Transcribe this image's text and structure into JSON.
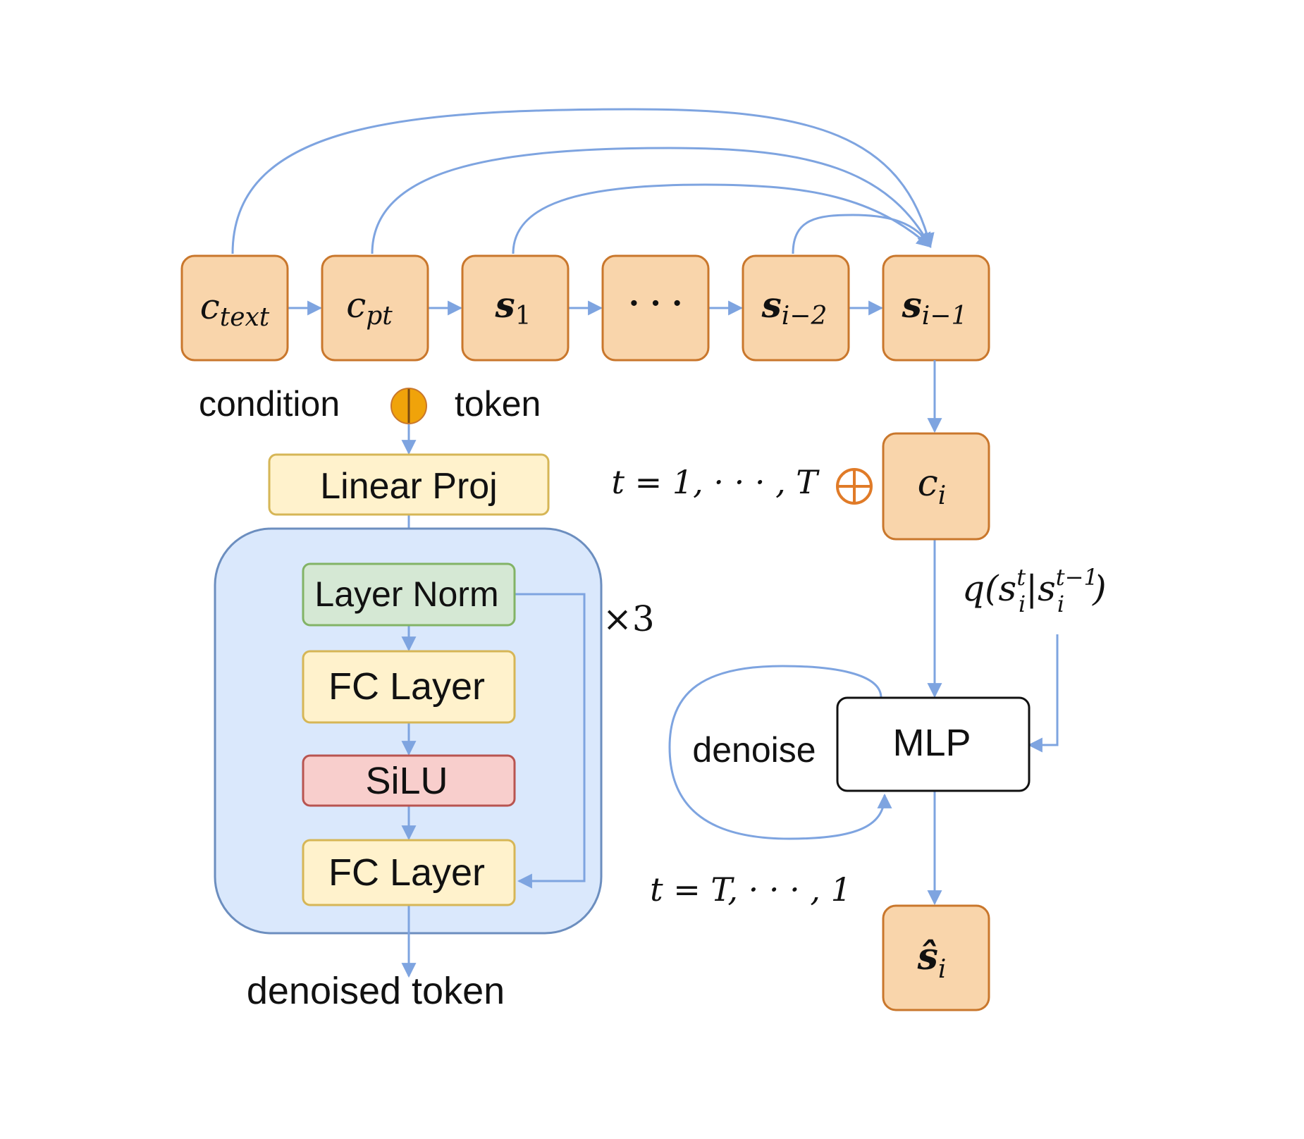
{
  "tokens": {
    "c_text": "c",
    "c_text_sub": "text",
    "c_pt": "c",
    "c_pt_sub": "pt",
    "s1": "s",
    "s1_sub": "1",
    "ellipsis": "· · ·",
    "s_im2": "s",
    "s_im2_sub": "i−2",
    "s_im1": "s",
    "s_im1_sub": "i−1"
  },
  "labels": {
    "condition": "condition",
    "token": "token",
    "denoised_token": "denoised token",
    "denoise": "denoise",
    "repeat": "×3"
  },
  "blocks": {
    "linear_proj": "Linear Proj",
    "layer_norm": "Layer Norm",
    "fc_layer_1": "FC Layer",
    "silu": "SiLU",
    "fc_layer_2": "FC Layer",
    "mlp": "MLP"
  },
  "math": {
    "ci": "c",
    "ci_sub": "i",
    "si_hat": "ŝ",
    "si_hat_sub": "i",
    "t_forward": "t = 1, · · · , T",
    "t_reverse": "t = T, · · · , 1",
    "q_q": "q(s",
    "q_sup1": "t",
    "q_sub1": "i",
    "q_mid": "|s",
    "q_sup2": "t−1",
    "q_sub2": "i",
    "q_close": ")"
  },
  "colors": {
    "token_fill": "#f9d5ab",
    "token_stroke": "#c9772c",
    "arrow": "#7ea4e0",
    "block_yellow_fill": "#fff2cc",
    "block_yellow_stroke": "#d6b656",
    "block_green_fill": "#d5e8d4",
    "block_green_stroke": "#82b366",
    "block_red_fill": "#f8cecc",
    "block_red_stroke": "#b85450",
    "container_fill": "#dae8fc",
    "container_stroke": "#6c8ebf",
    "concat_fill": "#f0a30a"
  }
}
